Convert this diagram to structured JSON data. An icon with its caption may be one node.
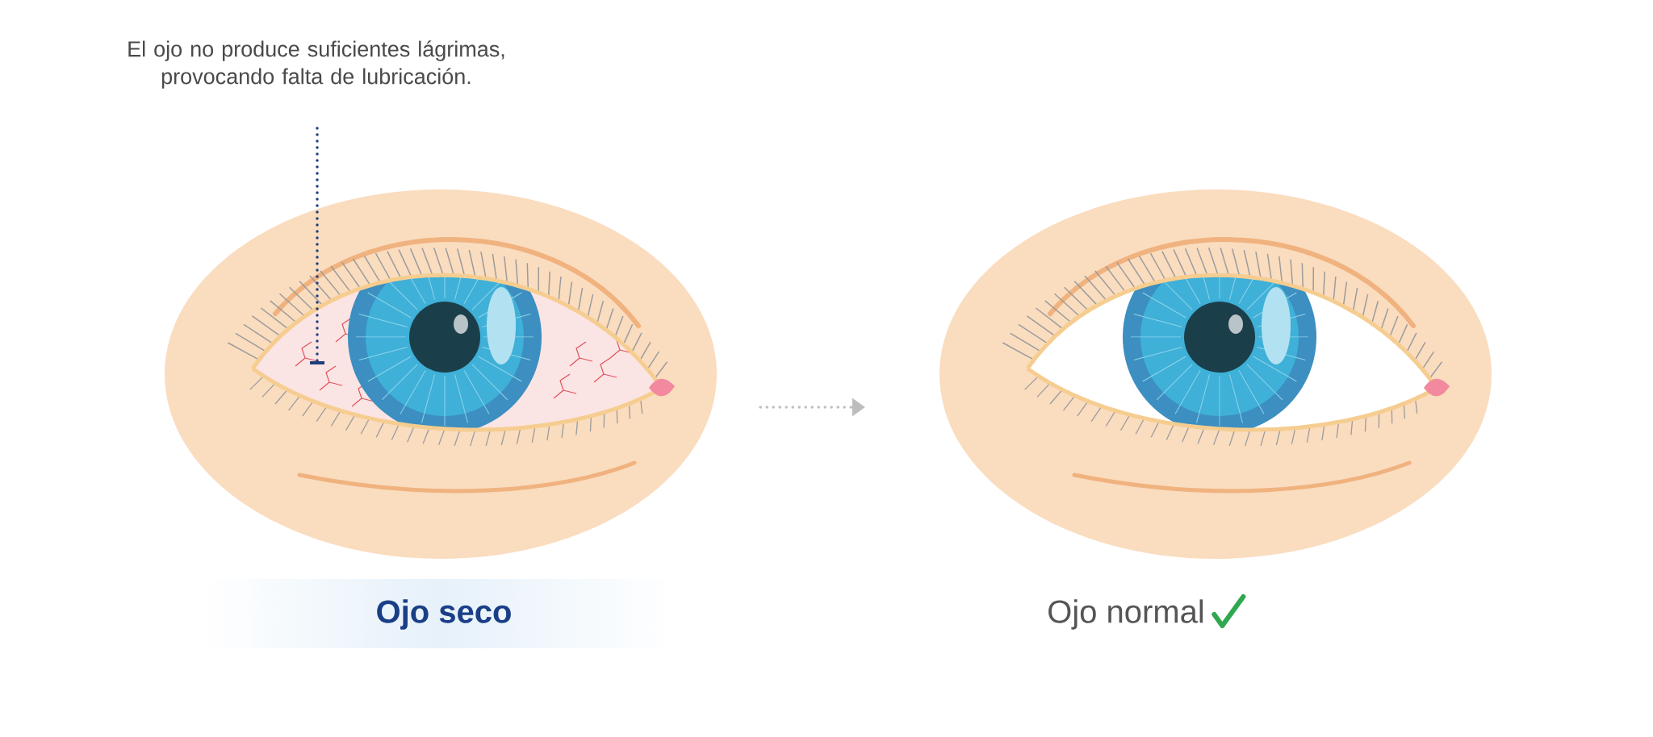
{
  "diagram": {
    "nodes": [
      {
        "text": [
          "El ojo no produce suficientes lágrimas, provocando falta de lubricación."
        ]
      },
      {
        "text": [],
        "shape": "picture",
        "beside": [
          "Ojo seco"
        ]
      },
      {
        "text": [],
        "shape": "picture",
        "beside": [
          "Ojo normal"
        ]
      }
    ],
    "edges": [
      {
        "from": 0,
        "to": 1,
        "arrow": "none",
        "style": "dashed",
        "color": "#1f3f7a"
      },
      {
        "from": 1,
        "to": 2,
        "arrow": "to",
        "style": "dashed",
        "color": "#bdbdbd"
      }
    ]
  }
}
